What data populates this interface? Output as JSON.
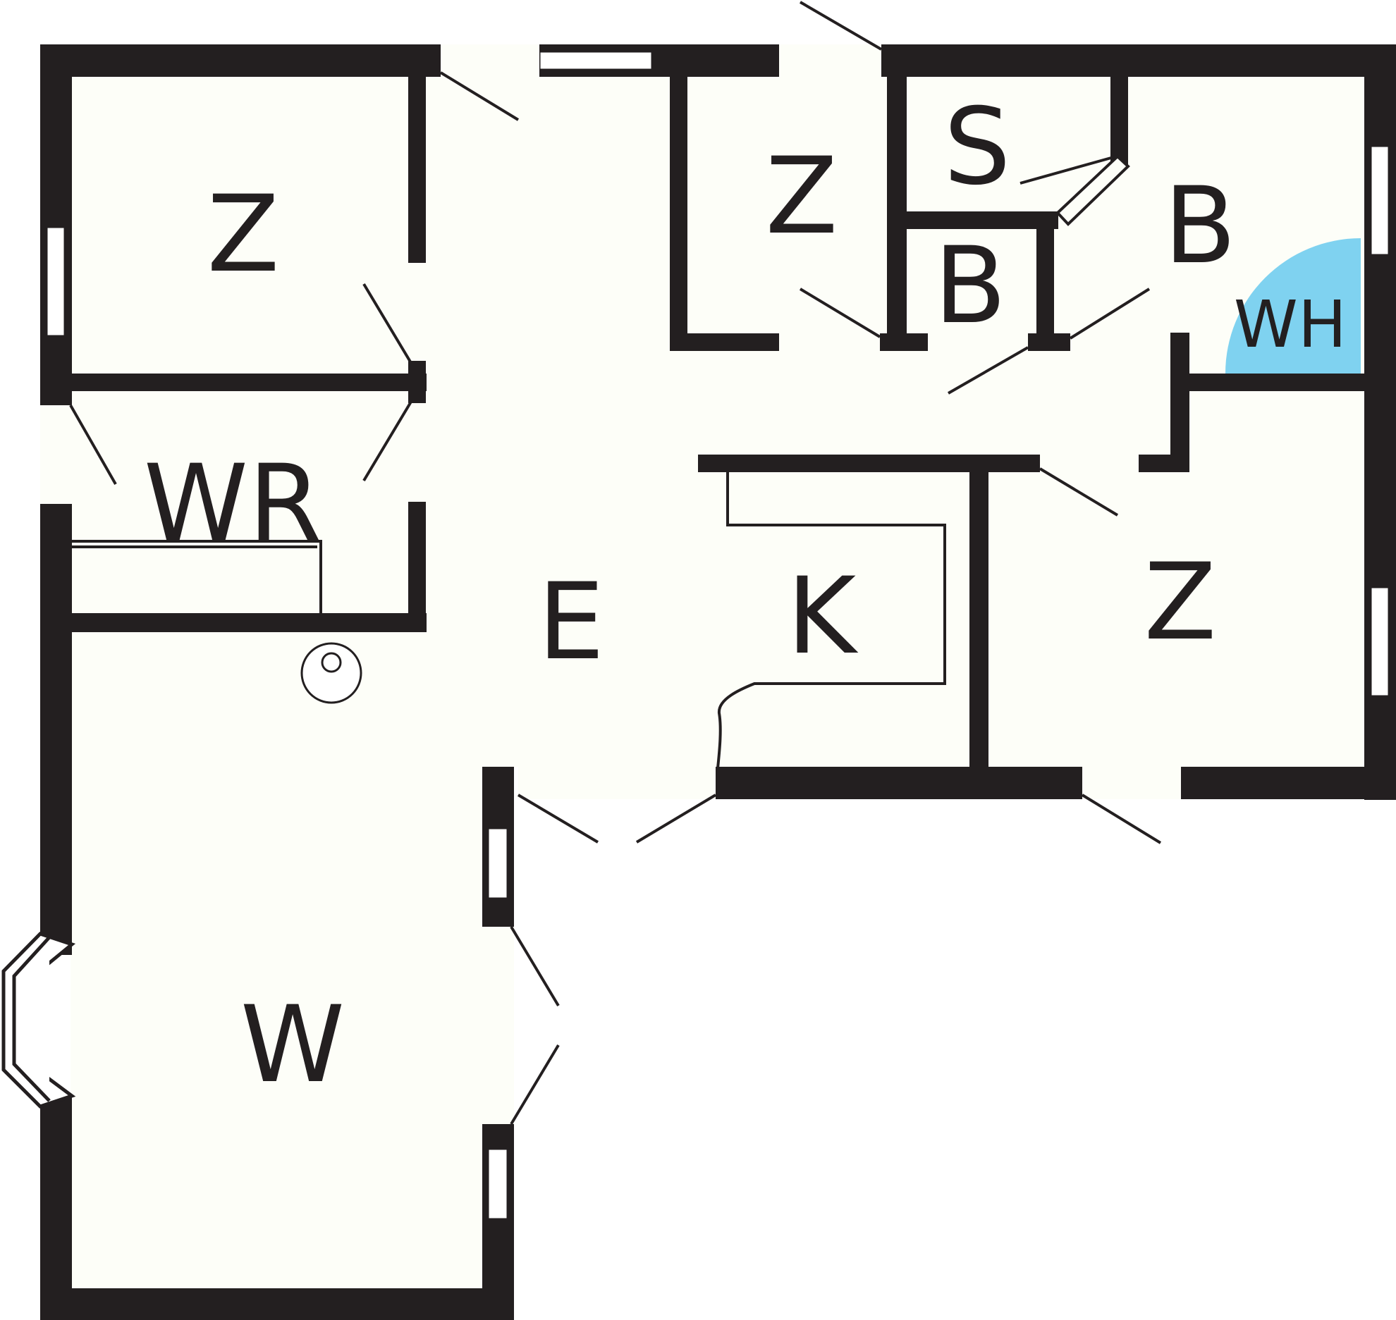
{
  "colors": {
    "wall": "#231f20",
    "floor": "#fdfef8",
    "whirlpool": "#7fd2f0",
    "background": "#ffffff"
  },
  "rooms": [
    {
      "id": "bedroom-nw",
      "label": "Z"
    },
    {
      "id": "bedroom-center",
      "label": "Z"
    },
    {
      "id": "storage",
      "label": "S"
    },
    {
      "id": "bathroom-small",
      "label": "B"
    },
    {
      "id": "bathroom-large",
      "label": "B"
    },
    {
      "id": "whirlpool",
      "label": "WH"
    },
    {
      "id": "utility-room",
      "label": "WR"
    },
    {
      "id": "hall",
      "label": "E"
    },
    {
      "id": "kitchen",
      "label": "K"
    },
    {
      "id": "bedroom-se",
      "label": "Z"
    },
    {
      "id": "living-room",
      "label": "W"
    }
  ]
}
